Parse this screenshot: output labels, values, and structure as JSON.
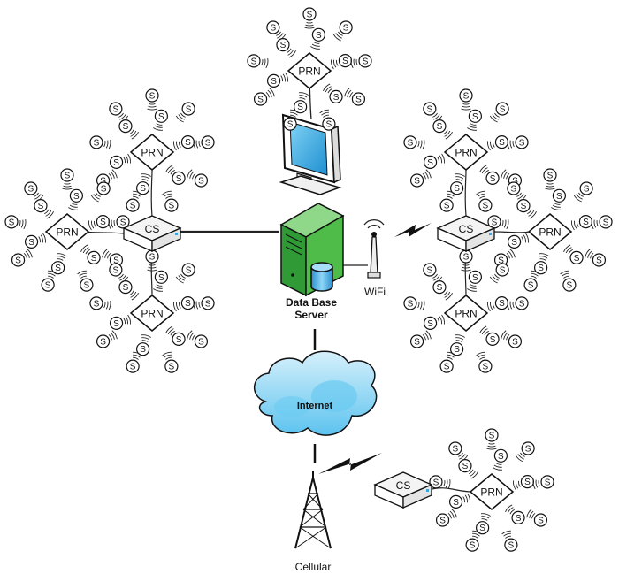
{
  "labels": {
    "server": [
      "Data Base",
      "Server"
    ],
    "wifi": "WiFi",
    "internet": "Internet",
    "cellular": "Cellular"
  },
  "node_labels": {
    "sensor": "S",
    "prn": "PRN",
    "cs": "CS"
  },
  "colors": {
    "server_green": "#3fae3c",
    "cloud_blue": "#5cc3ef",
    "screen_blue": "#48b6ea",
    "cylinder_blue": "#3aa6e0"
  }
}
